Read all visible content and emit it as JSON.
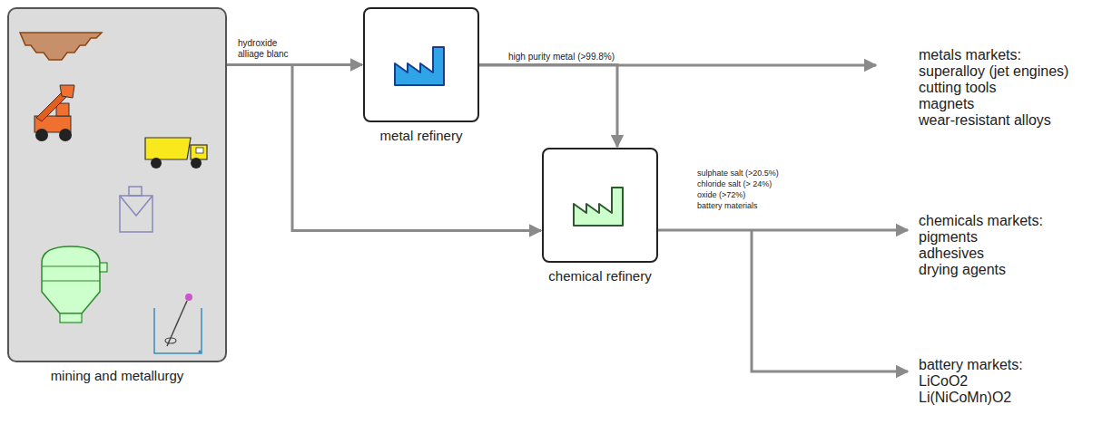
{
  "diagram": {
    "nodes": [
      {
        "text": [
          "mining and metallurgy"
        ]
      },
      {
        "text": [
          "metal refinery"
        ]
      },
      {
        "text": [
          "chemical refinery"
        ]
      }
    ],
    "edges": [
      {
        "from": 0,
        "to": 1,
        "label": "hydroxide alliage blanc",
        "arrow": "to"
      },
      {
        "from": 0,
        "to": 2,
        "arrow": "to"
      },
      {
        "from": 1,
        "to": 2,
        "arrow": "to"
      }
    ],
    "labels": [
      "high purity metal (>99.8%)",
      "sulphate salt (>20.5%)",
      "chloride salt (> 24%)",
      "oxide (>72%)",
      "battery materials",
      "metals markets:",
      "superalloy (jet engines)",
      "cutting tools",
      "magnets",
      "wear-resistant alloys",
      "chemicals markets:",
      "pigments",
      "adhesives",
      "drying agents",
      "battery markets:",
      "LiCoO2",
      "Li(NiCoMn)O2"
    ]
  }
}
